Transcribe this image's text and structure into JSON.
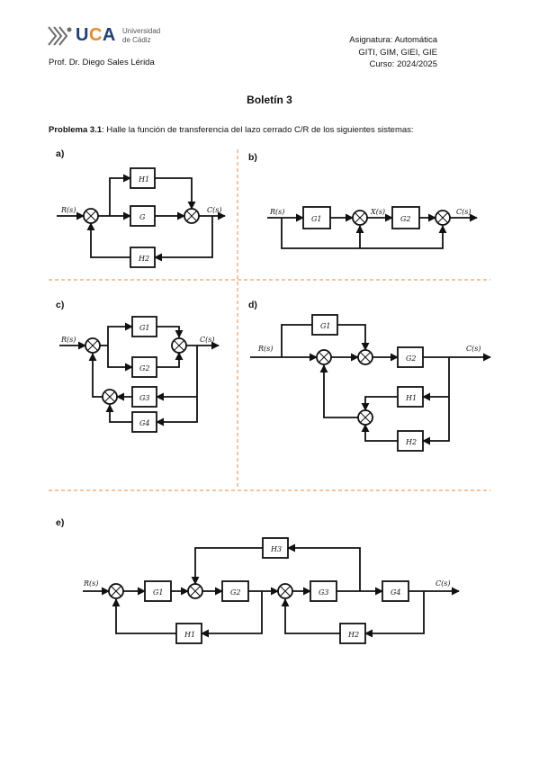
{
  "header": {
    "logo_text": "UCA",
    "university_line1": "Universidad",
    "university_line2": "de Cádiz",
    "professor": "Prof. Dr. Diego Sales Lérida",
    "subject": "Asignatura: Automática",
    "degrees": "GITI, GIM, GIEI, GIE",
    "course": "Curso: 2024/2025"
  },
  "title": "Boletín 3",
  "problem": {
    "number": "Problema 3.1",
    "text": ": Halle la función de transferencia del lazo cerrado C/R de los siguientes sistemas:"
  },
  "panels": {
    "a": {
      "label": "a)",
      "blocks": [
        "H1",
        "G",
        "H2"
      ],
      "input": "R(s)",
      "output": "C(s)"
    },
    "b": {
      "label": "b)",
      "blocks": [
        "G1",
        "G2"
      ],
      "input": "R(s)",
      "output": "C(s)",
      "signal": "X(s)"
    },
    "c": {
      "label": "c)",
      "blocks": [
        "G1",
        "G2",
        "G3",
        "G4"
      ],
      "input": "R(s)",
      "output": "C(s)"
    },
    "d": {
      "label": "d)",
      "blocks": [
        "G1",
        "G2",
        "H1",
        "H2"
      ],
      "input": "R(s)",
      "output": "C(s)"
    },
    "e": {
      "label": "e)",
      "blocks": [
        "G1",
        "G2",
        "G3",
        "G4",
        "H1",
        "H2",
        "H3"
      ],
      "input": "R(s)",
      "output": "C(s)"
    }
  },
  "colors": {
    "separator": "#f0a060",
    "logo_blue": "#1f3f7a",
    "logo_orange": "#e98b2a"
  }
}
